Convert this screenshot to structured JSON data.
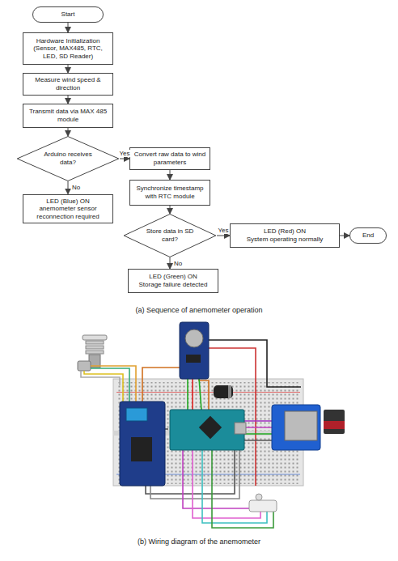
{
  "diagram": {
    "nodes": [
      {
        "text": [
          "Start"
        ]
      },
      {
        "text": [
          "Hardware Initialization (Sensor, MAX485, RTC, LED, SD Reader)"
        ]
      },
      {
        "text": [
          "Measure wind speed & direction"
        ]
      },
      {
        "text": [
          "Transmit data via MAX 485 module"
        ]
      },
      {
        "text": [
          "Arduino receives data?"
        ]
      },
      {
        "text": [
          "LED (Blue) ON",
          "anemometer sensor reconnection required"
        ]
      },
      {
        "text": [
          "Convert raw data to wind parameters"
        ]
      },
      {
        "text": [
          "Synchronize timestamp with RTC module"
        ]
      },
      {
        "text": [
          "Store data in SD card?"
        ]
      },
      {
        "text": [
          "LED (Red) ON",
          "System operating normally"
        ]
      },
      {
        "text": [
          "End"
        ]
      },
      {
        "text": [
          "LED (Green) ON",
          "Storage failure detected"
        ]
      }
    ],
    "edges": [
      {
        "from": 0,
        "to": 1,
        "arrow": "to"
      },
      {
        "from": 1,
        "to": 2,
        "arrow": "to"
      },
      {
        "from": 2,
        "to": 3,
        "arrow": "to"
      },
      {
        "from": 3,
        "to": 4,
        "arrow": "to"
      },
      {
        "from": 4,
        "to": 6,
        "label": "Yes",
        "arrow": "to"
      },
      {
        "from": 4,
        "to": 5,
        "label": "No",
        "arrow": "to"
      },
      {
        "from": 6,
        "to": 7,
        "arrow": "to"
      },
      {
        "from": 7,
        "to": 8,
        "arrow": "to"
      },
      {
        "from": 8,
        "to": 9,
        "label": "Yes",
        "arrow": "to"
      },
      {
        "from": 8,
        "to": 11,
        "label": "No",
        "arrow": "to"
      },
      {
        "from": 9,
        "to": 10,
        "arrow": "to"
      }
    ],
    "labels": [
      "(a) Sequence of anemometer operation",
      "(b) Wiring diagram of the anemometer"
    ]
  }
}
